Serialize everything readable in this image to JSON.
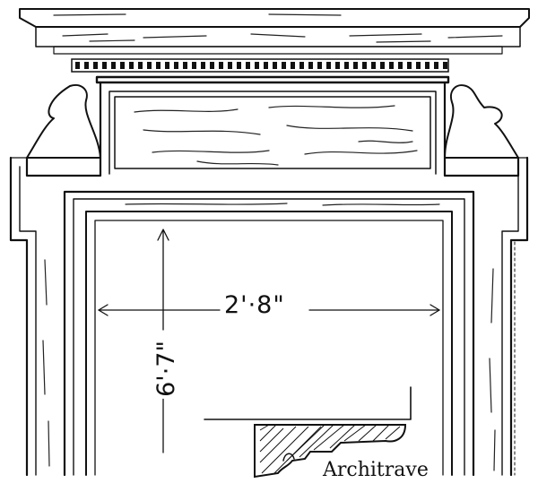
{
  "figure": {
    "dimensions": {
      "width": "2'·8\"",
      "height": "6'·7\""
    },
    "section_label": "Architrave"
  },
  "colors": {
    "ink": "#111111",
    "paper": "#ffffff"
  }
}
